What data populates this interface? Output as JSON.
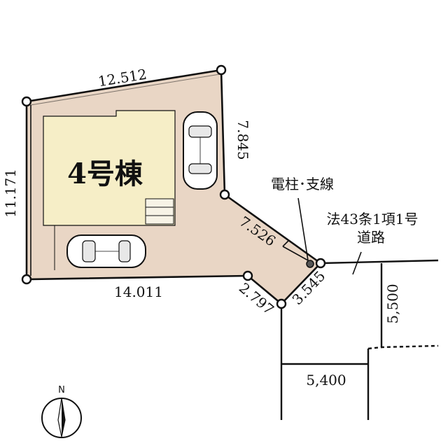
{
  "building": {
    "label": "4号棟"
  },
  "dimensions": {
    "top": "12.512",
    "left": "11.171",
    "bottom": "14.011",
    "right_upper": "7.845",
    "right_diagonal": "7.526",
    "bottom_corner": "2.797",
    "front": "3.545"
  },
  "annotations": {
    "utility_pole": "電柱･支線",
    "road_line1": "法43条1項1号",
    "road_line2": "道路"
  },
  "road_widths": {
    "vertical": "5,500",
    "horizontal": "5,400"
  },
  "compass": {
    "label": "N"
  },
  "colors": {
    "lot": "#e9d6c5",
    "building": "#f6eec7",
    "line": "#111111"
  }
}
